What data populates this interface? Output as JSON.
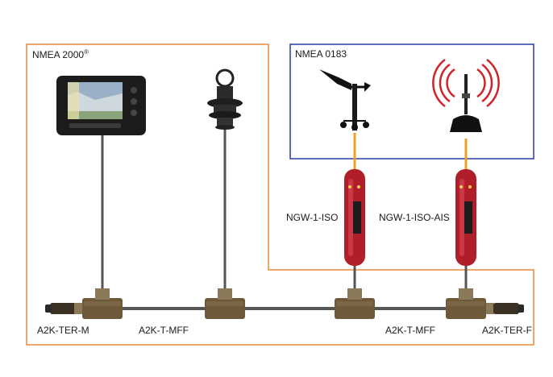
{
  "regions": {
    "nmea2000": {
      "label": "NMEA 2000",
      "mark": "®",
      "color": "#e88a3a"
    },
    "nmea0183": {
      "label": "NMEA 0183",
      "color": "#2a3aa8"
    }
  },
  "converters": [
    {
      "label": "NGW-1-ISO",
      "color": "#b01e2a"
    },
    {
      "label": "NGW-1-ISO-AIS",
      "color": "#b01e2a"
    }
  ],
  "connectors": {
    "ter_m": "A2K-TER-M",
    "tee_1": "A2K-T-MFF",
    "tee_2": "A2K-T-MFF",
    "ter_f": "A2K-TER-F"
  },
  "devices": {
    "plotter": "chartplotter-icon",
    "transducer": "transducer-icon",
    "wind": "wind-sensor-icon",
    "ais": "ais-antenna-icon"
  },
  "colors": {
    "cable": "#555555",
    "nmea0183_wire": "#f0a020",
    "tee_body": "#6e5a3a"
  }
}
